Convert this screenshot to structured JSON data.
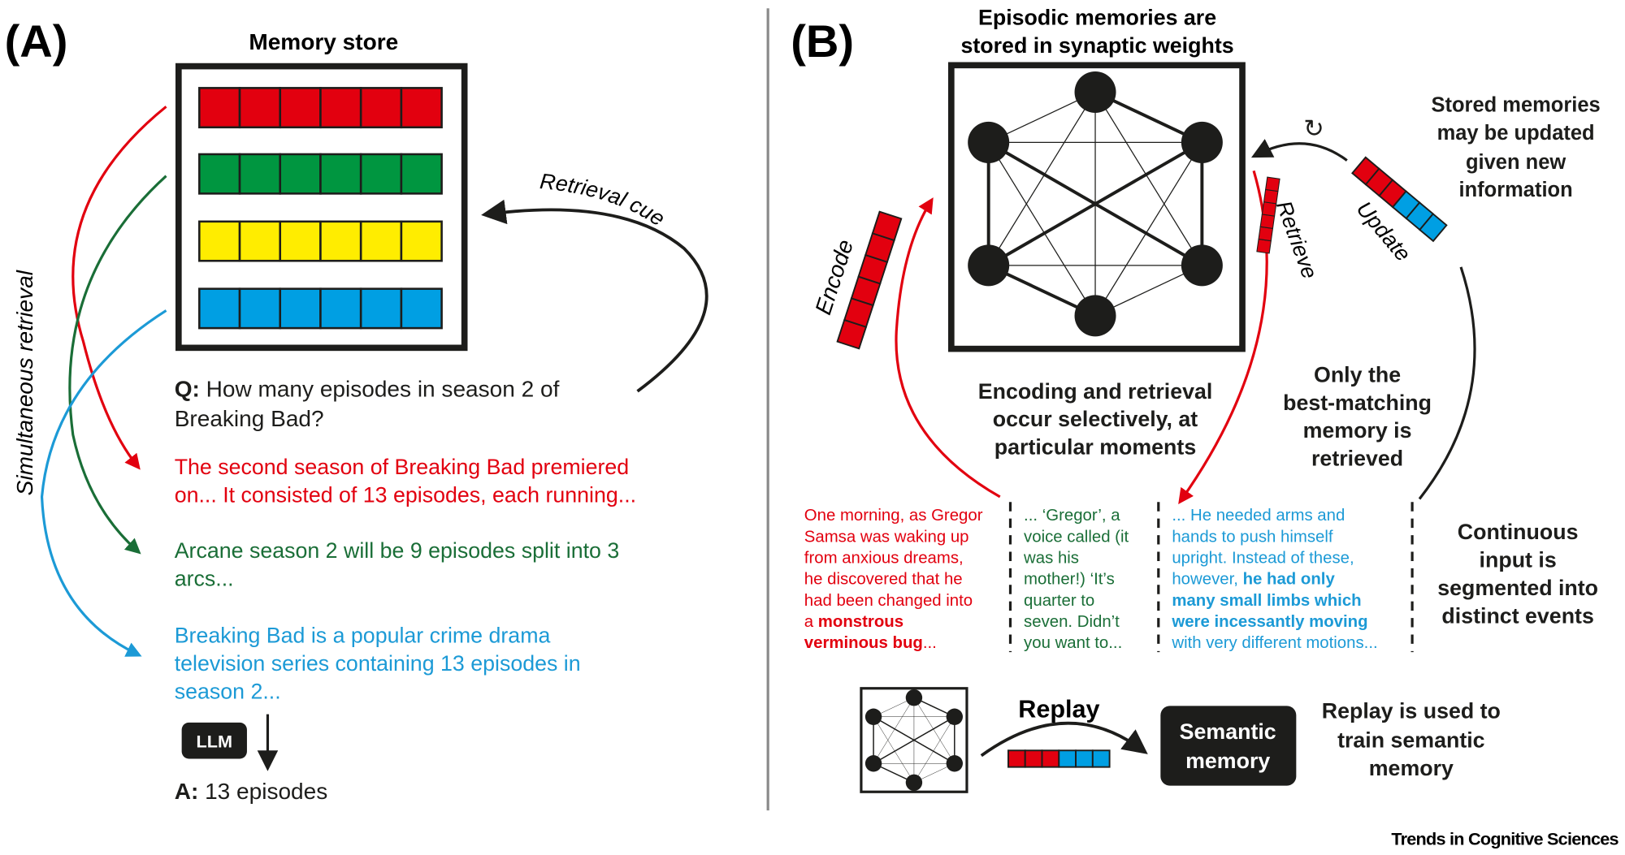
{
  "colors": {
    "red": "#e2000f",
    "green": "#009640",
    "yellow": "#ffed00",
    "blue": "#009fe3",
    "dark_green": "#1a6e37",
    "text_red": "#e2000f",
    "text_blue": "#1c9ad6",
    "black": "#1d1d1b"
  },
  "panel_a": {
    "label": "(A)",
    "store_title": "Memory store",
    "store_rows": [
      {
        "color": "#e2000f",
        "cells": 6
      },
      {
        "color": "#009640",
        "cells": 6
      },
      {
        "color": "#ffed00",
        "cells": 6
      },
      {
        "color": "#009fe3",
        "cells": 6
      }
    ],
    "retrieval_cue": "Retrieval cue",
    "simultaneous_retrieval": "Simultaneous retrieval",
    "question": {
      "prefix": "Q:",
      "lines": [
        " How many episodes in season 2 of",
        "Breaking Bad?"
      ]
    },
    "results": [
      {
        "color": "red",
        "lines": [
          "The second season of Breaking Bad premiered",
          "on... It consisted of 13 episodes, each running..."
        ]
      },
      {
        "color": "green",
        "lines": [
          "Arcane season 2 will be 9 episodes split into 3",
          "arcs..."
        ]
      },
      {
        "color": "blue",
        "lines": [
          "Breaking Bad is a popular crime drama",
          "television series containing 13 episodes in",
          "season 2..."
        ]
      }
    ],
    "llm_label": "LLM",
    "answer": {
      "prefix": "A:",
      "text": " 13 episodes"
    }
  },
  "panel_b": {
    "label": "(B)",
    "network_title": [
      "Episodic memories are",
      "stored in synaptic weights"
    ],
    "encode": "Encode",
    "retrieve": "Retrieve",
    "update": "Update",
    "update_icon": "refresh-icon",
    "update_bar": [
      "red",
      "red",
      "red",
      "blue",
      "blue",
      "blue"
    ],
    "stored_note": [
      "Stored memories",
      "may be updated",
      "given new",
      "information"
    ],
    "selective_note": [
      "Encoding and retrieval",
      "occur selectively, at",
      "particular moments"
    ],
    "best_match_note": [
      "Only the",
      "best-matching",
      "memory is",
      "retrieved"
    ],
    "segments": [
      {
        "color": "red",
        "lines": [
          [
            "One morning, as Gregor",
            ""
          ],
          [
            "Samsa was waking up",
            ""
          ],
          [
            "from anxious dreams,",
            ""
          ],
          [
            "he discovered that he",
            ""
          ],
          [
            "had been changed into",
            ""
          ],
          [
            "a ",
            "monstrous"
          ],
          [
            "",
            "verminous bug",
            "..."
          ]
        ]
      },
      {
        "color": "green",
        "lines": [
          [
            "... ‘Gregor’, a",
            ""
          ],
          [
            "voice called (it",
            ""
          ],
          [
            "was his",
            ""
          ],
          [
            "mother!) ‘It’s",
            ""
          ],
          [
            "quarter to",
            ""
          ],
          [
            "seven. Didn’t",
            ""
          ],
          [
            "you want to...",
            ""
          ]
        ]
      },
      {
        "color": "blue",
        "lines": [
          [
            "... He needed arms and",
            ""
          ],
          [
            "hands to push himself",
            ""
          ],
          [
            "upright. Instead of these,",
            ""
          ],
          [
            "however, ",
            "he had only"
          ],
          [
            "",
            "many small limbs which"
          ],
          [
            "",
            "were incessantly moving"
          ],
          [
            "with very different motions...",
            ""
          ]
        ]
      }
    ],
    "continuous_note": [
      "Continuous",
      "input is",
      "segmented into",
      "distinct events"
    ],
    "replay": "Replay",
    "replay_bar": [
      "red",
      "red",
      "red",
      "blue",
      "blue",
      "blue"
    ],
    "semantic_memory": [
      "Semantic",
      "memory"
    ],
    "replay_note": [
      "Replay is used to",
      "train semantic",
      "memory"
    ]
  },
  "footer": {
    "journal": "Trends in Cognitive Sciences"
  }
}
